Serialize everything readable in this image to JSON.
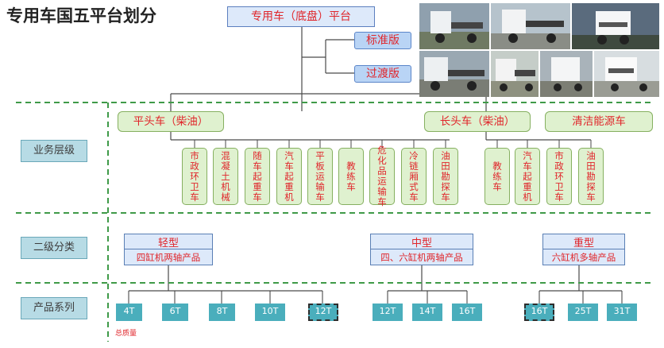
{
  "title": "专用车国五平台划分",
  "root": "专用车（底盘）平台",
  "versions": [
    "标准版",
    "过渡版"
  ],
  "platforms": [
    "平头车（柴油）",
    "长头车（柴油）",
    "清洁能源车"
  ],
  "levels": [
    "业务层级",
    "二级分类",
    "产品系列"
  ],
  "flat_applications": [
    "市政环卫车",
    "混凝土机械",
    "随车起重车",
    "汽车起重机",
    "平板运输车",
    "教练车",
    "危化品运输车",
    "冷链厢式车",
    "油田勘探车"
  ],
  "long_applications": [
    "教练车",
    "汽车起重机",
    "市政环卫车",
    "油田勘探车"
  ],
  "categories": [
    {
      "name": "轻型",
      "desc": "四缸机两轴产品"
    },
    {
      "name": "中型",
      "desc": "四、六缸机两轴产品"
    },
    {
      "name": "重型",
      "desc": "六缸机多轴产品"
    }
  ],
  "series": {
    "light": [
      "4T",
      "6T",
      "8T",
      "10T",
      "12T"
    ],
    "medium": [
      "12T",
      "14T",
      "16T"
    ],
    "heavy": [
      "16T",
      "25T",
      "31T"
    ]
  },
  "note": "总质量",
  "colors": {
    "accent_red": "#e0262b",
    "teal": "#4aaebc",
    "green_box": "#dff1cf",
    "blue_box": "#b9d4f5"
  }
}
